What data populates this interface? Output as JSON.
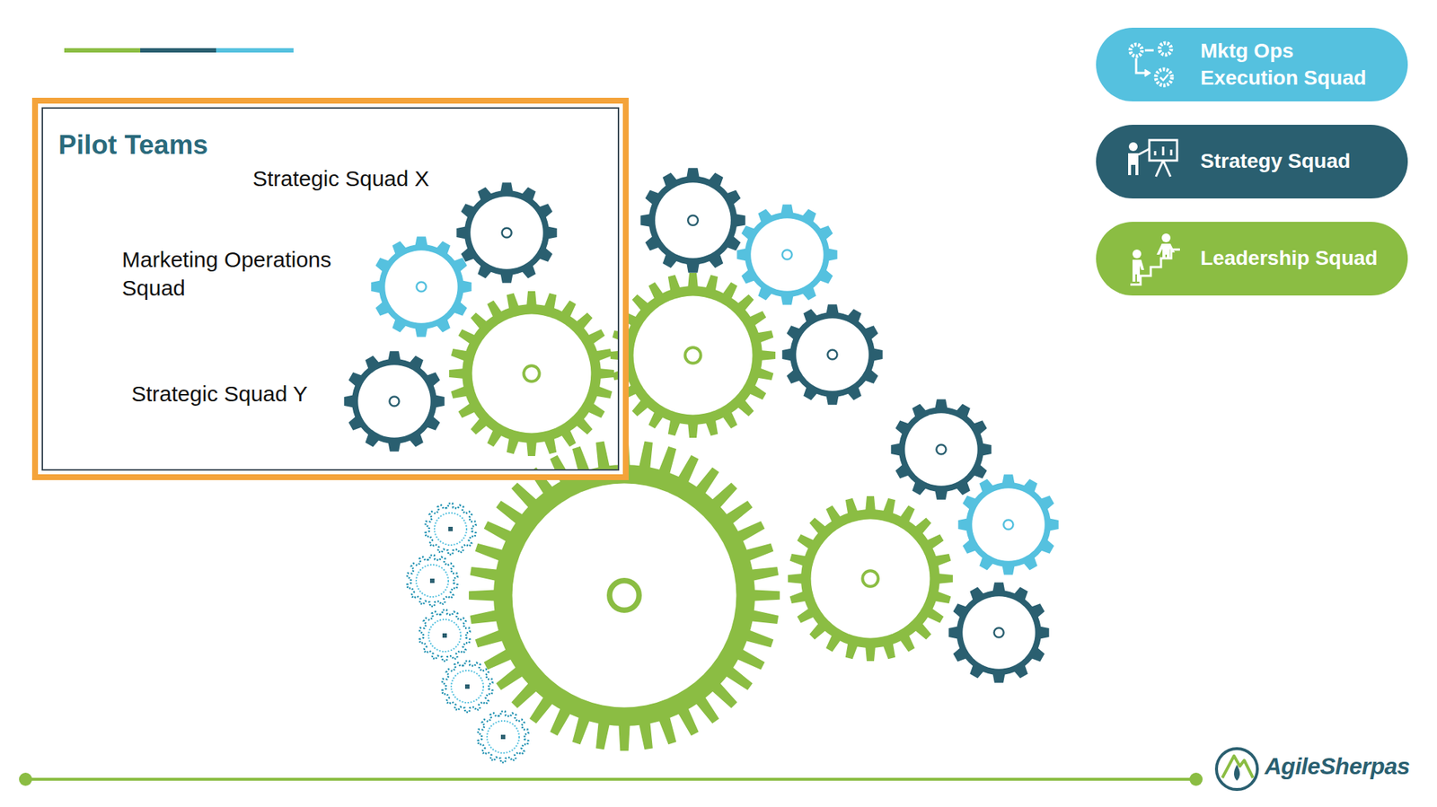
{
  "diagram": {
    "nodes": [
      {
        "text": [
          "Pilot Teams"
        ]
      }
    ],
    "labels": [
      "Strategic Squad X",
      "Marketing Operations Squad",
      "Strategic Squad Y",
      "AgileSherpas"
    ],
    "legend": [
      {
        "text": "Mktg Ops Execution Squad",
        "color": "#55c1df"
      },
      {
        "text": "Strategy Squad",
        "color": "#2a5f70"
      },
      {
        "text": "Leadership Squad",
        "color": "#8bbd43"
      }
    ]
  }
}
